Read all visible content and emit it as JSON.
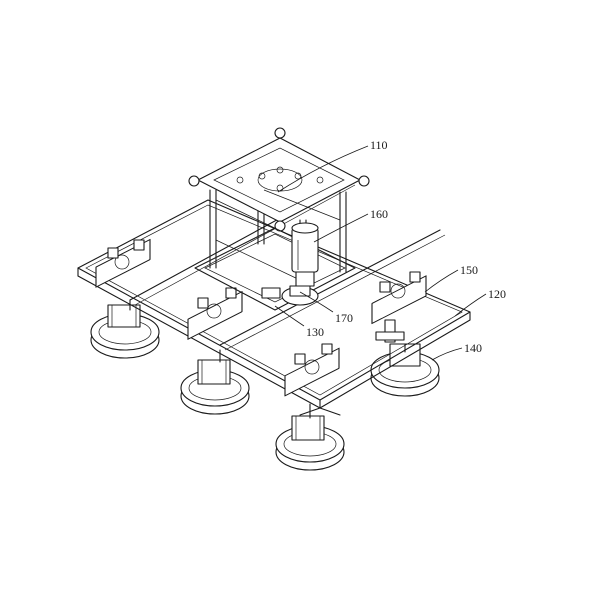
{
  "figure": {
    "labels": {
      "r110": "110",
      "r160": "160",
      "r150": "150",
      "r120": "120",
      "r170": "170",
      "r130": "130",
      "r140": "140"
    }
  }
}
